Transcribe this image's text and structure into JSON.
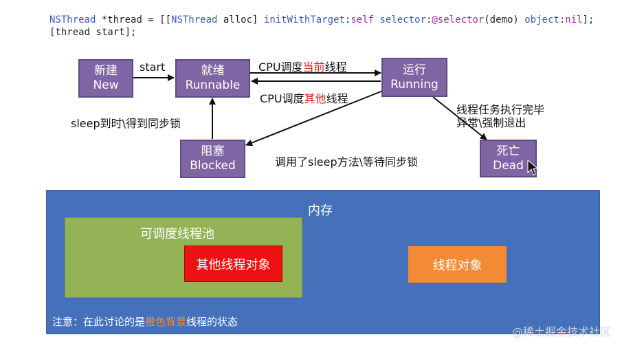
{
  "code": {
    "line1": {
      "t1": "NSThread",
      "t2": " *thread = [[",
      "t3": "NSThread",
      "t4": " alloc] ",
      "t5": "initWithTarget",
      "t6": ":",
      "t7": "self",
      "t8": " ",
      "t9": "selector",
      "t10": ":",
      "t11": "@selector",
      "t12": "(demo) ",
      "t13": "object",
      "t14": ":",
      "t15": "nil",
      "t16": "];"
    },
    "line2": "[thread start];"
  },
  "states": {
    "new": {
      "cn": "新建",
      "en": "New"
    },
    "runnable": {
      "cn": "就绪",
      "en": "Runnable"
    },
    "running": {
      "cn": "运行",
      "en": "Running"
    },
    "blocked": {
      "cn": "阻塞",
      "en": "Blocked"
    },
    "dead": {
      "cn": "死亡",
      "en": "Dead"
    }
  },
  "labels": {
    "start": "start",
    "cpu_current_prefix": "CPU调度",
    "cpu_current_hl": "当前",
    "cpu_current_suffix": "线程",
    "cpu_other_prefix": "CPU调度",
    "cpu_other_hl": "其他",
    "cpu_other_suffix": "线程",
    "sleep_wake": "sleep到时\\得到同步锁",
    "sleep_call": "调用了sleep方法\\等待同步锁",
    "done_line1": "线程任务执行完毕",
    "done_line2": "异常\\强制退出"
  },
  "memory": {
    "title": "内存",
    "pool_title": "可调度线程池",
    "other_objects": "其他线程对象",
    "thread_object": "线程对象",
    "note_prefix": "注意：在此讨论的是",
    "note_hl": "橙色背景",
    "note_suffix": "线程的状态"
  },
  "watermark": "@稀土掘金技术社区",
  "colors": {
    "state_fill": "#7f65a3",
    "memory_fill": "#4570ba",
    "pool_fill": "#93b356",
    "other_obj_fill": "#ee1111",
    "thread_obj_fill": "#f38b34",
    "highlight_red": "#d0201f"
  }
}
